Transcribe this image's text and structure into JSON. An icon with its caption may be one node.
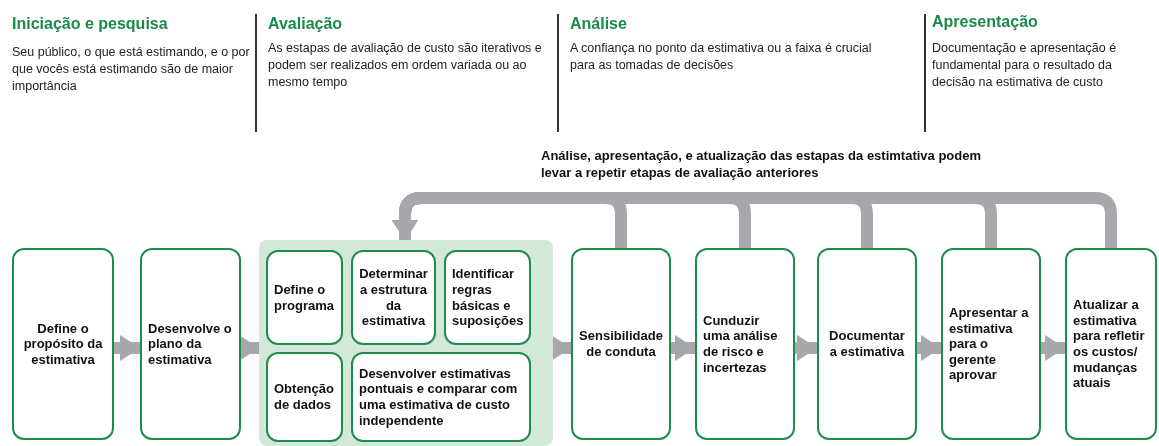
{
  "diagram": {
    "nodes": [
      {
        "text": [
          "Define o propósito da estimativa"
        ]
      },
      {
        "text": [
          "Desenvolve o plano da estimativa"
        ]
      },
      {
        "text": [],
        "shape": "box"
      },
      {
        "text": [
          "Define o programa"
        ],
        "in": 2
      },
      {
        "text": [
          "Determinar a estrutura da estimativa"
        ],
        "in": 2
      },
      {
        "text": [
          "Identificar regras básicas e suposições"
        ],
        "in": 2
      },
      {
        "text": [
          "Obtenção de dados"
        ],
        "in": 2
      },
      {
        "text": [
          "Desenvolver estimativas pontuais e comparar com uma estimativa de custo independente"
        ],
        "in": 2
      },
      {
        "text": [
          "Sensibilidade de conduta"
        ]
      },
      {
        "text": [
          "Cunduzir uma análise de risco e incertezas"
        ]
      },
      {
        "text": [
          "Documentar a estimativa"
        ]
      },
      {
        "text": [
          "Apresentar a estimativa para o gerente aprovar"
        ]
      },
      {
        "text": [
          "Atualizar a estimativa para refletir os custos/ mudanças atuais"
        ]
      }
    ],
    "edges": [
      {
        "from": 0,
        "to": 1,
        "arrow": "to"
      },
      {
        "from": 1,
        "to": 2,
        "arrow": "to"
      },
      {
        "from": 2,
        "to": 8,
        "arrow": "to"
      },
      {
        "from": 8,
        "to": 9,
        "arrow": "to"
      },
      {
        "from": 9,
        "to": 10,
        "arrow": "to"
      },
      {
        "from": 10,
        "to": 11,
        "arrow": "to"
      },
      {
        "from": 11,
        "to": 12,
        "arrow": "to"
      },
      {
        "from": 8,
        "to": 2,
        "arrow": "to"
      },
      {
        "from": 9,
        "to": 2,
        "arrow": "to"
      },
      {
        "from": 10,
        "to": 2,
        "arrow": "to"
      },
      {
        "from": 11,
        "to": 2,
        "arrow": "to"
      },
      {
        "from": 12,
        "to": 2,
        "arrow": "to"
      }
    ],
    "labels": [
      "Iniciação e pesquisa",
      "Seu público, o que está estimando, e o por que vocês está estimando são de maior importância",
      "Avaliação",
      "As estapas de avaliação de custo são iterativos e podem ser realizados em ordem variada ou ao mesmo tempo",
      "Análise",
      "A confiança no ponto da estimativa ou a faixa é crucial para as tomadas de decisões",
      "Apresentação",
      "Documentação e apresentação é fundamental para o resultado da decisão na estimativa de custo",
      "Análise, apresentação, e atualização das estapas da estimtativa podem levar a repetir etapas de avaliação anteriores"
    ]
  }
}
